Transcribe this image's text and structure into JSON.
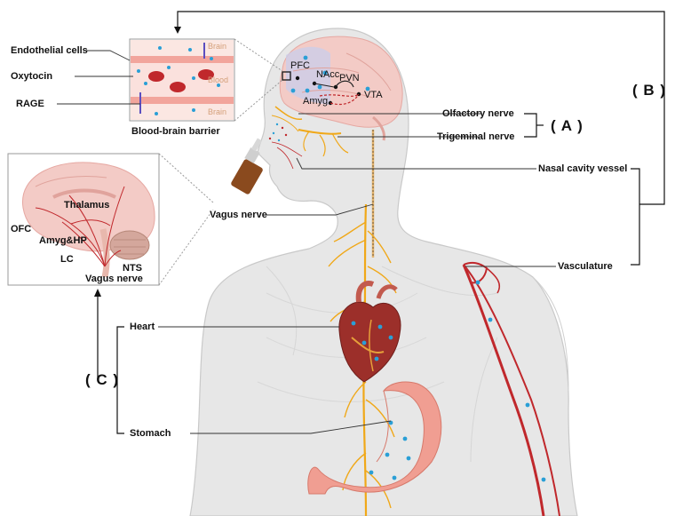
{
  "labels": {
    "endothelial": "Endothelial cells",
    "oxytocin": "Oxytocin",
    "rage": "RAGE",
    "bbb_caption": "Blood-brain barrier",
    "bbb_brain_top": "Brain",
    "bbb_blood": "Blood",
    "bbb_brain_bottom": "Brain",
    "pfc": "PFC",
    "nacc": "NAcc",
    "pvn": "PVN",
    "vta": "VTA",
    "amyg": "Amyg",
    "olfactory": "Olfactory nerve",
    "trigeminal": "Trigeminal nerve",
    "nasal_vessel": "Nasal cavity vessel",
    "vagus": "Vagus nerve",
    "vasculature": "Vasculature",
    "heart": "Heart",
    "stomach": "Stomach",
    "thalamus": "Thalamus",
    "ofc": "OFC",
    "amyg_hp": "Amyg&HP",
    "lc": "LC",
    "nts": "NTS",
    "vagus_inset": "Vagus nerve",
    "bracket_a": "( A )",
    "bracket_b": "( B )",
    "bracket_c": "( C )"
  },
  "colors": {
    "oxytocin_dot": "#2a9fd6",
    "nerve": "#f0a818",
    "vessel": "#c0282c",
    "body": "#e6e6e6",
    "brain": "#f1c9c6",
    "stomach": "#f09e92",
    "heart": "#9c2f2a"
  }
}
